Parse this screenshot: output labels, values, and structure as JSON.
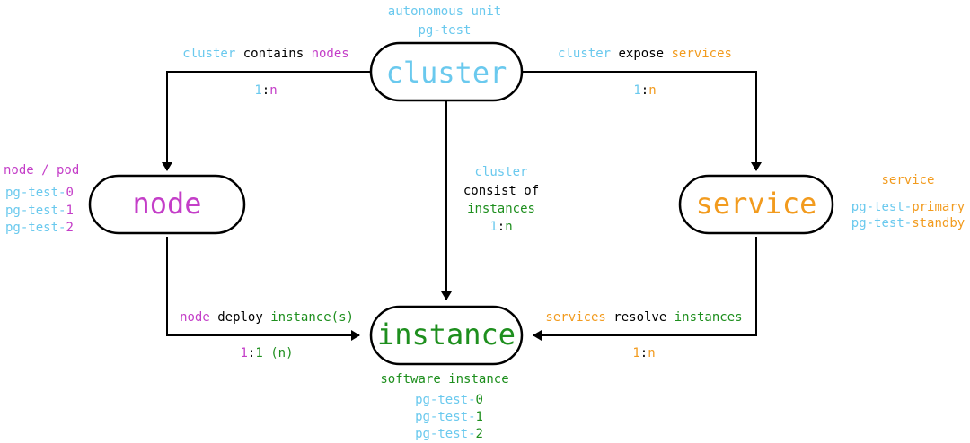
{
  "colors": {
    "cyan": "#6ac9ee",
    "magenta": "#c43ec8",
    "orange": "#f29b1e",
    "green": "#1e8f1e",
    "black": "#000000"
  },
  "nodes": {
    "cluster": "cluster",
    "node": "node",
    "service": "service",
    "instance": "instance"
  },
  "cluster_caption": {
    "line1": "autonomous unit",
    "line2": "pg-test"
  },
  "node_caption": {
    "title": "node / pod",
    "items": [
      {
        "prefix": "pg-test-",
        "suffix": "0"
      },
      {
        "prefix": "pg-test-",
        "suffix": "1"
      },
      {
        "prefix": "pg-test-",
        "suffix": "2"
      }
    ]
  },
  "service_caption": {
    "title": "service",
    "items": [
      {
        "prefix": "pg-test-",
        "suffix": "primary"
      },
      {
        "prefix": "pg-test-",
        "suffix": "standby"
      }
    ]
  },
  "instance_caption": {
    "title": "software instance",
    "items": [
      {
        "prefix": "pg-test-",
        "suffix": "0"
      },
      {
        "prefix": "pg-test-",
        "suffix": "1"
      },
      {
        "prefix": "pg-test-",
        "suffix": "2"
      }
    ]
  },
  "edges": {
    "cluster_node": {
      "subject": "cluster",
      "verb": " contains ",
      "object": "nodes",
      "card_left": "1",
      "sep": ":",
      "card_right": "n"
    },
    "cluster_service": {
      "subject": "cluster",
      "verb": " expose ",
      "object": "services",
      "card_left": "1",
      "sep": ":",
      "card_right": "n"
    },
    "cluster_instance": {
      "line1": "cluster",
      "line2": "consist of",
      "line3": "instances",
      "card_left": "1",
      "sep": ":",
      "card_right": "n"
    },
    "node_instance": {
      "subject": "node",
      "verb": " deploy ",
      "object": "instance(s)",
      "card_left": "1",
      "sep": ":",
      "card_right": "1 (n)"
    },
    "service_instance": {
      "subject": "services",
      "verb": " resolve ",
      "object": "instances",
      "card_left": "1",
      "sep": ":",
      "card_right": "n"
    }
  }
}
